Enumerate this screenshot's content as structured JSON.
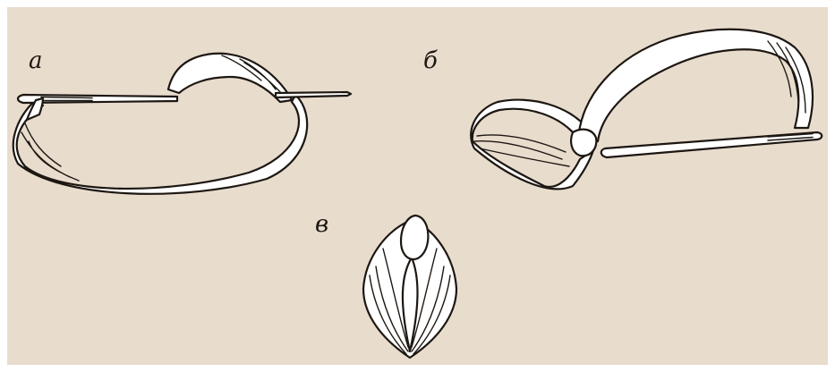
{
  "labels": {
    "a": "а",
    "b": "б",
    "v": "в"
  },
  "colors": {
    "background": "#e8dccd",
    "ribbon_fill": "#ffffff",
    "ink": "#1d1712"
  }
}
